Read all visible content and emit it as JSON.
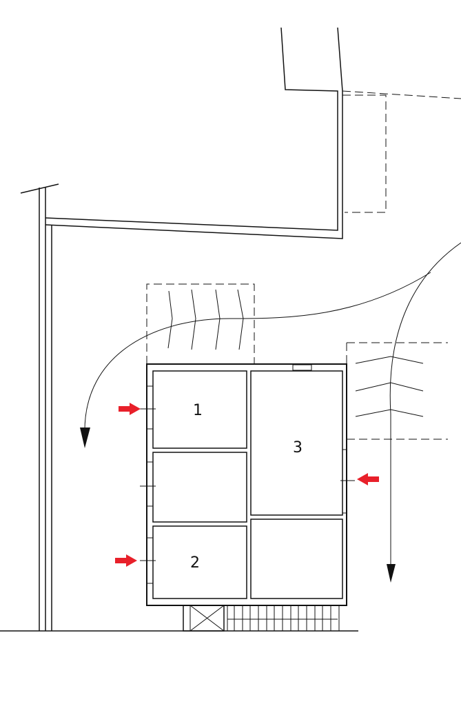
{
  "rooms": [
    {
      "label": "1"
    },
    {
      "label": "2"
    },
    {
      "label": "3"
    }
  ],
  "colors": {
    "line": "#111111",
    "marker": "#e8202a"
  },
  "icons": [
    "red-arrow-icon",
    "flow-arrow-icon"
  ]
}
